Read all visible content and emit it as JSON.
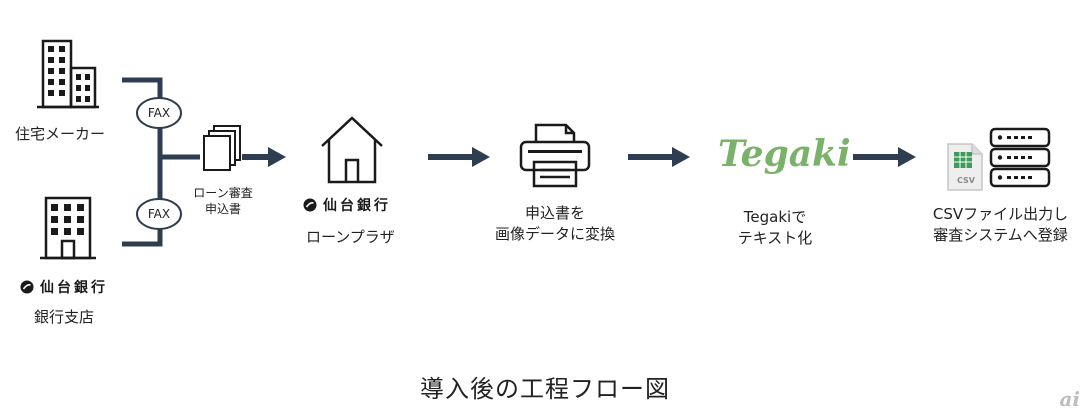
{
  "sources": {
    "maker_label": "住宅メーカー",
    "branch_label": "銀行支店",
    "bank_name": "仙台銀行"
  },
  "fax": {
    "label_top": "FAX",
    "label_bottom": "FAX"
  },
  "documents": {
    "line1": "ローン審査",
    "line2": "申込書"
  },
  "loan_plaza": {
    "bank_name": "仙台銀行",
    "label": "ローンプラザ"
  },
  "scan": {
    "line1": "申込書を",
    "line2": "画像データに変換"
  },
  "tegaki": {
    "logo_text": "Tegaki",
    "line1": "Tegakiで",
    "line2": "テキスト化"
  },
  "output": {
    "csv_text": "CSV",
    "line1": "CSVファイル出力し",
    "line2": "審査システムへ登録"
  },
  "title": "導入後の工程フロー図",
  "watermark": "ai",
  "colors": {
    "arrow": "#2e3d4f",
    "tegaki_green": "#7ab26a",
    "excel_green": "#3f9b5a",
    "bank_green": "#3a8a3a"
  }
}
